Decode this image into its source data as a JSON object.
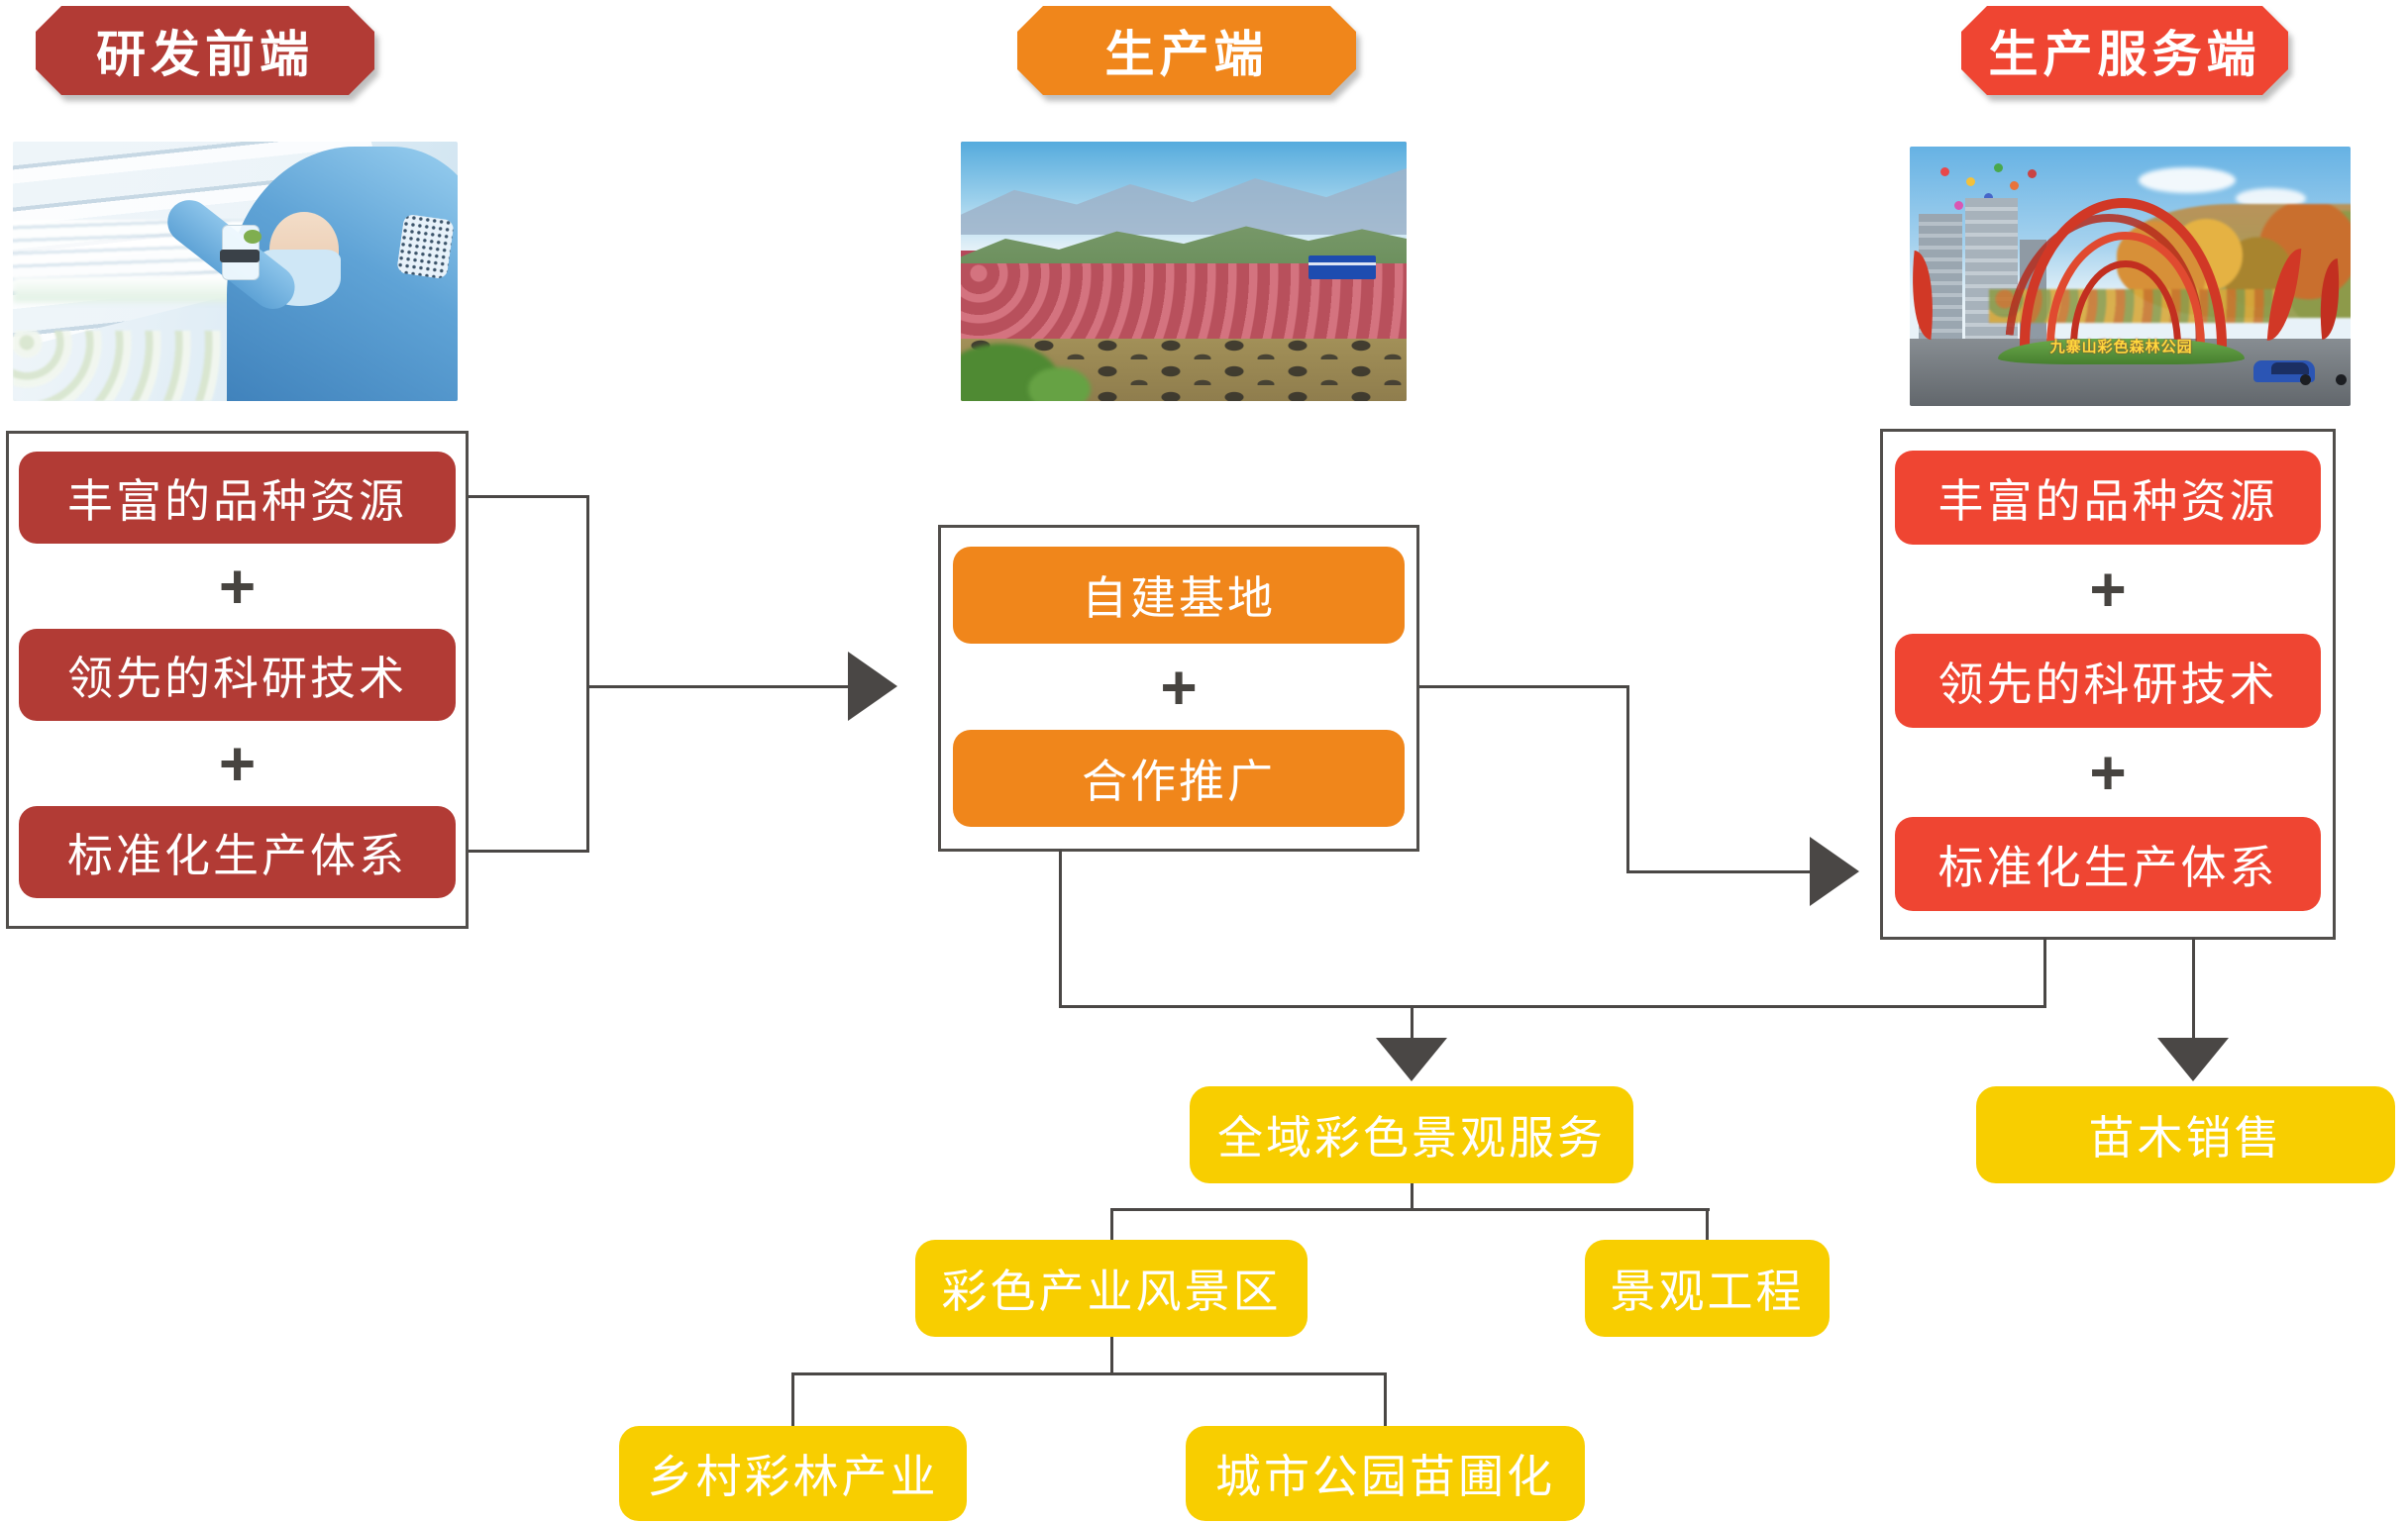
{
  "columns": [
    {
      "header": "研发前端",
      "items": [
        "丰富的品种资源",
        "领先的科研技术",
        "标准化生产体系"
      ]
    },
    {
      "header": "生产端",
      "items": [
        "自建基地",
        "合作推广"
      ]
    },
    {
      "header": "生产服务端",
      "items": [
        "丰富的品种资源",
        "领先的科研技术",
        "标准化生产体系"
      ]
    }
  ],
  "plus": "+",
  "outputs": {
    "regional_landscape_service": "全域彩色景观服务",
    "seedling_sales": "苗木销售",
    "color_industry_scenic_area": "彩色产业风景区",
    "landscape_engineering": "景观工程",
    "rural_color_forest_industry": "乡村彩林产业",
    "urban_park_nursery": "城市公园苗圃化"
  },
  "photos": {
    "left": "tissue-culture-lab-photo",
    "center": "red-maple-nursery-field-photo",
    "right": "color-forest-park-gate-photo",
    "gate_sign_text": "九寨山彩色森林公园"
  },
  "colors": {
    "dark_red": "#B23B35",
    "orange": "#F0861B",
    "red": "#EF4532",
    "yellow": "#F8CE00",
    "line_gray": "#4A4745"
  }
}
